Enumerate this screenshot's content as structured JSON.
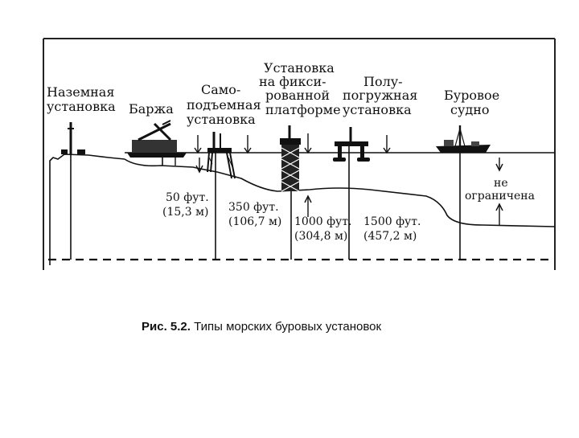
{
  "labels": {
    "land": [
      "Наземная",
      "установка"
    ],
    "barge": "Баржа",
    "jackup": [
      "Само-",
      "подъемная",
      "установка"
    ],
    "fixed": [
      "Установка",
      "на фикси-",
      "рованной",
      "платформе"
    ],
    "semi": [
      "Полу-",
      "погружная",
      "установка"
    ],
    "drillship": [
      "Буровое",
      "судно"
    ]
  },
  "depths": {
    "jackup": [
      "50 фут.",
      "(15,3 м)"
    ],
    "fixed": [
      "350 фут.",
      "(106,7 м)"
    ],
    "semi": [
      "1000 фут.",
      "(304,8 м)"
    ],
    "deep": [
      "1500 фут.",
      "(457,2 м)"
    ],
    "drillship": [
      "не",
      "ограничена"
    ]
  },
  "caption": {
    "prefix": "Рис. 5.2.",
    "text": "Типы морских буровых установок"
  }
}
